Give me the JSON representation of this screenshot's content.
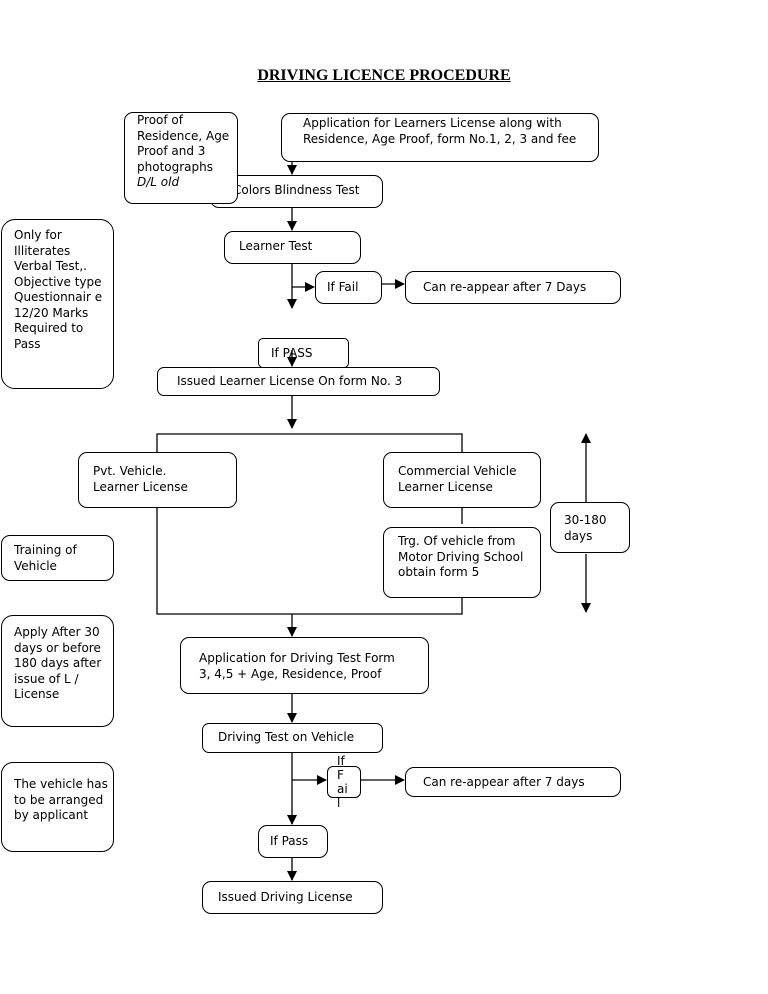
{
  "title": "DRIVING  LICENCE PROCEDURE",
  "boxes": {
    "application_learner": "Application for Learners License along with Residence, Age Proof, form No.1, 2, 3 and fee",
    "proof_of_residence": "Proof of Residence, Age Proof and 3 photographs",
    "proof_dl_old": "D/L old",
    "colors_blindness_test": "Colors Blindness Test",
    "learner_test": "Learner Test",
    "if_fail_1": "If Fail",
    "reappear_1": "Can re-appear after 7 Days",
    "if_pass_1": "If PASS",
    "issued_learner_license": "Issued Learner License On form No. 3",
    "pvt_vehicle": "Pvt. Vehicle.\nLearner License",
    "commercial_vehicle": "Commercial Vehicle\nLearner License",
    "training_motor_school": "Trg. Of vehicle from Motor Driving School obtain form 5",
    "days_range": "30-180\ndays",
    "application_driving_test": "Application for Driving Test Form\n3, 4,5 + Age, Residence, Proof",
    "driving_test_vehicle": "Driving Test on Vehicle",
    "if_fail_2": "If\nF\nai\nl",
    "reappear_2": "Can re-appear after 7 days",
    "if_pass_2": "If Pass",
    "issued_driving_license": "Issued Driving License"
  },
  "notes": {
    "illiterates": "Only for Illiterates Verbal Test,. Objective type Questionnair e 12/20 Marks Required to Pass",
    "training": "Training of Vehicle",
    "apply_after": "Apply After 30 days or before 180 days after issue of L / License",
    "vehicle_arranged": "The vehicle has to be arranged by applicant"
  }
}
